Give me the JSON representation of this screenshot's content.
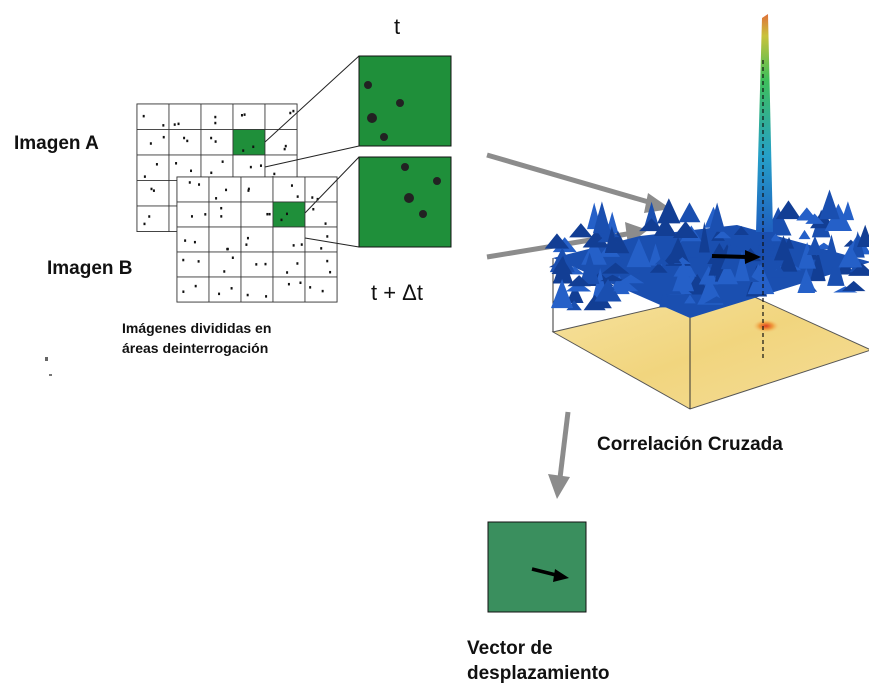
{
  "image_a_label": "Imagen A",
  "image_b_label": "Imagen B",
  "time_t_label": "t",
  "time_tdt_label": "t + Δt",
  "grid_caption": {
    "line1": "Imágenes divididas en",
    "line2": "áreas deinterrogación"
  },
  "correlation_label": "Correlación Cruzada",
  "vector_label": {
    "line1": "Vector de",
    "line2": "desplazamiento"
  },
  "colors": {
    "window_green": "#1f8f3a",
    "vector_green": "#3a8f5e",
    "arrow_gray": "#8c8c8c",
    "surface_blue": "#1a4fb0",
    "peak_orange": "#e0703a",
    "floor_yellow": "#f2d98a"
  }
}
